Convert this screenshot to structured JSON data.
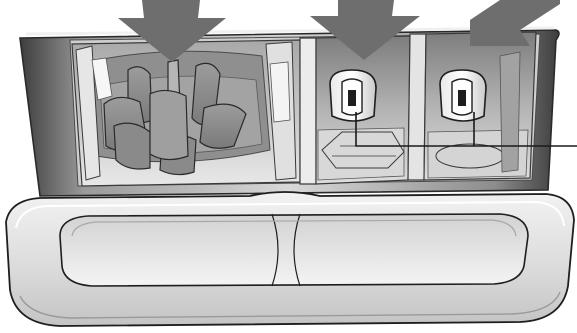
{
  "diagram": {
    "subject": "detergent-dispenser-drawer",
    "compartments": [
      "main-wash",
      "pre-wash",
      "softener"
    ],
    "arrows": 3,
    "callout_lines": 1
  },
  "icons": {
    "arrow": "arrow-down-icon",
    "siphon": "siphon-cap-icon",
    "agitator": "agitator-fins-icon"
  },
  "colors": {
    "background": "#ffffff",
    "arrow": "#6e6e6e",
    "tray_light": "#e4e4e4",
    "tray_mid": "#b9b9b9",
    "tray_dark": "#5c5c5c",
    "outline": "#2a2a2a"
  }
}
